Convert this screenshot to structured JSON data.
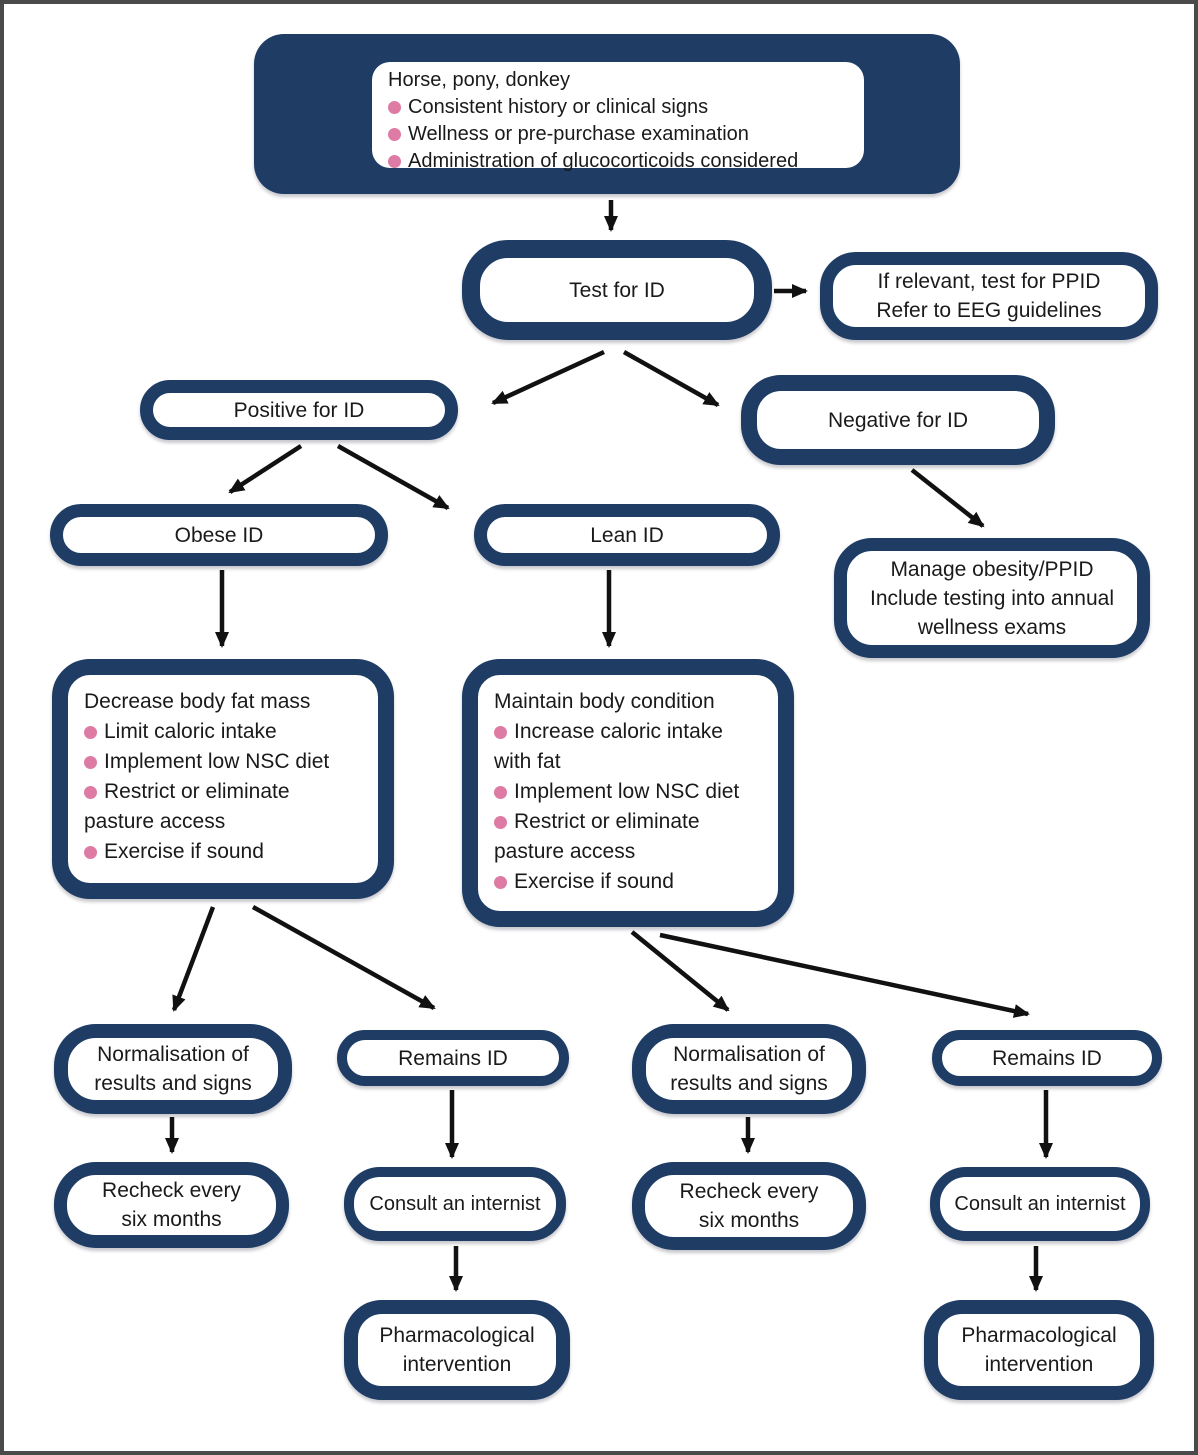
{
  "colors": {
    "navy": "#1e3c64",
    "bullet_pink": "#dd7ba4",
    "arrow_black": "#111111",
    "frame_gray": "#4a4a4a"
  },
  "nodes": {
    "start": {
      "heading": "Horse, pony, donkey",
      "bullets": [
        "Consistent history or clinical signs",
        "Wellness or pre-purchase examination",
        "Administration of glucocorticoids considered"
      ]
    },
    "test_for_id": {
      "label": "Test for ID"
    },
    "ppid": {
      "lines": [
        "If relevant, test for PPID",
        "Refer to EEG guidelines"
      ]
    },
    "positive": {
      "label": "Positive for ID"
    },
    "negative": {
      "label": "Negative for ID"
    },
    "obese": {
      "label": "Obese ID"
    },
    "lean": {
      "label": "Lean ID"
    },
    "manage": {
      "lines": [
        "Manage obesity/PPID",
        "Include testing into annual",
        "wellness exams"
      ]
    },
    "decrease": {
      "heading": "Decrease body fat mass",
      "bullets": [
        "Limit caloric intake",
        "Implement low NSC diet",
        "Restrict or eliminate pasture access",
        "Exercise if sound"
      ]
    },
    "maintain": {
      "heading": "Maintain body condition",
      "bullets": [
        "Increase caloric intake with fat",
        "Implement low NSC diet",
        "Restrict or eliminate pasture access",
        "Exercise if sound"
      ]
    },
    "normalisation_left": {
      "lines": [
        "Normalisation of",
        "results and signs"
      ]
    },
    "remains_left": {
      "label": "Remains ID"
    },
    "normalisation_right": {
      "lines": [
        "Normalisation of",
        "results and signs"
      ]
    },
    "remains_right": {
      "label": "Remains ID"
    },
    "recheck_left": {
      "lines": [
        "Recheck every",
        "six months"
      ]
    },
    "consult_left": {
      "label": "Consult an internist"
    },
    "recheck_right": {
      "lines": [
        "Recheck every",
        "six months"
      ]
    },
    "consult_right": {
      "label": "Consult an internist"
    },
    "pharma_left": {
      "lines": [
        "Pharmacological",
        "intervention"
      ]
    },
    "pharma_right": {
      "lines": [
        "Pharmacological",
        "intervention"
      ]
    }
  }
}
